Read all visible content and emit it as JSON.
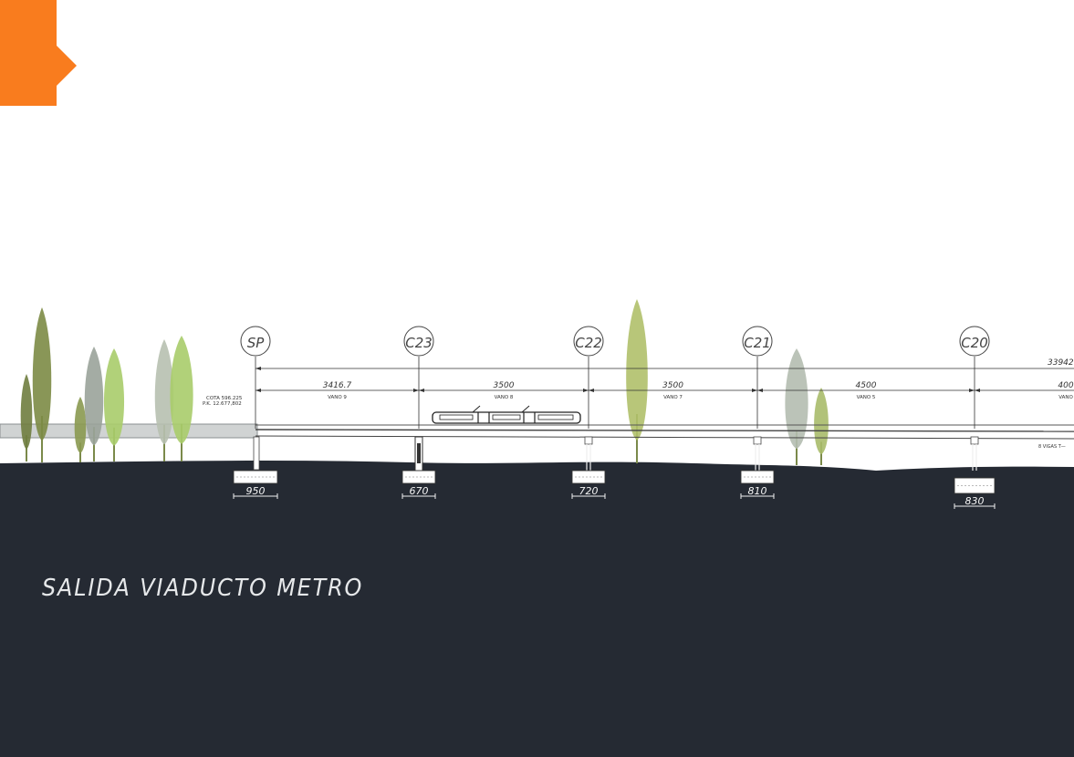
{
  "title": "SALIDA VIADUCTO METRO",
  "colors": {
    "accent": "#f97c1e",
    "ground": "#252a33",
    "line": "#333333",
    "tree_light": "#a9cc6a",
    "tree_dark": "#6f7d3f",
    "tree_grey": "#9aa39a"
  },
  "axes": [
    {
      "label": "SP",
      "footing": "950"
    },
    {
      "label": "C23",
      "footing": "670"
    },
    {
      "label": "C22",
      "footing": "720"
    },
    {
      "label": "C21",
      "footing": "810"
    },
    {
      "label": "C20",
      "footing": "830"
    }
  ],
  "spans": [
    {
      "length": "3416.7",
      "name": "VANO 9"
    },
    {
      "length": "3500",
      "name": "VANO 8"
    },
    {
      "length": "3500",
      "name": "VANO 7"
    },
    {
      "length": "4500",
      "name": "VANO 5"
    },
    {
      "length": "400",
      "name": "VANO"
    }
  ],
  "total_length": "33942",
  "cota_text": "COTA 596.225",
  "pk_text": "P.K. 12.677,802",
  "deck_note": "8 VIGAS T—",
  "icons": [
    "chevron-right-icon",
    "metro-train-icon",
    "tree-icon"
  ]
}
